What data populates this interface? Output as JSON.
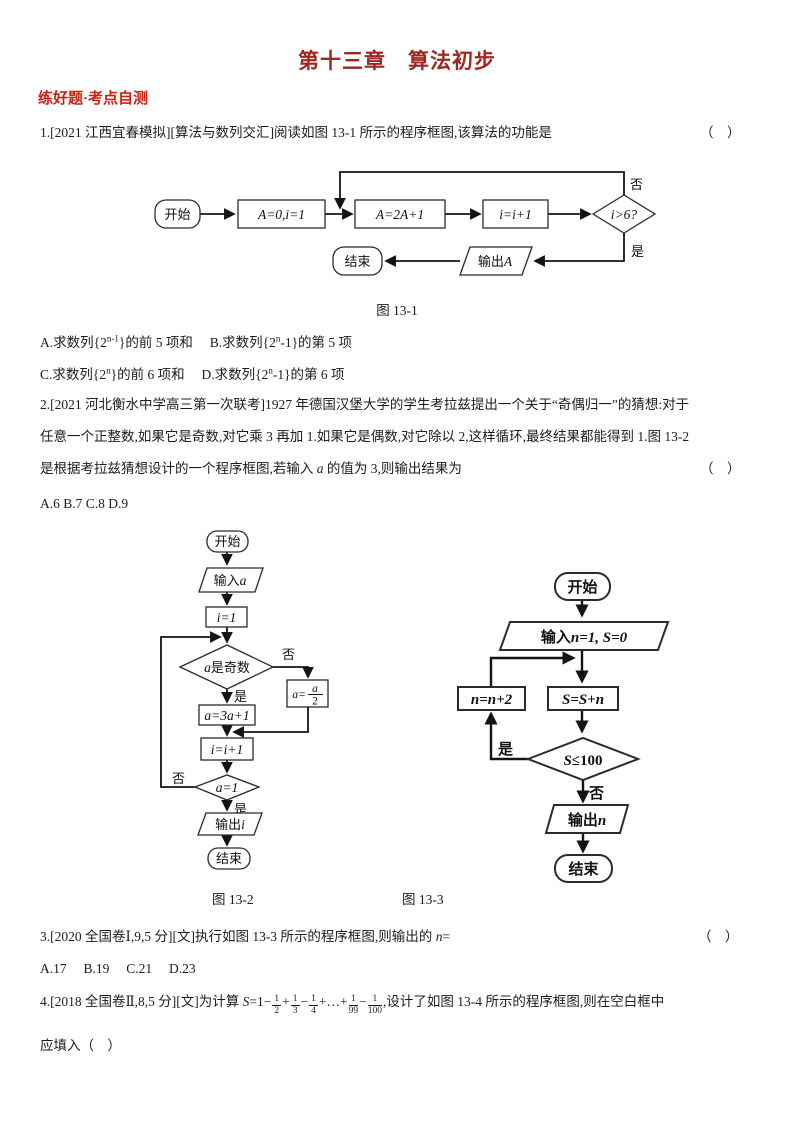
{
  "page": {
    "title": "第十三章　算法初步",
    "section": "练好题·考点自测"
  },
  "q1": {
    "line": "1.[2021 江西宜春模拟][算法与数列交汇]阅读如图 13-1 所示的程序框图,该算法的功能是",
    "bracket": "（　）",
    "opts_row1": [
      {
        "t": "A.求数列{2"
      },
      {
        "sup": "n-1"
      },
      {
        "t": "}的前 5 项和　 B.求数列{2"
      },
      {
        "sup": "n"
      },
      {
        "t": "-1}的第 5 项"
      }
    ],
    "opts_row2": [
      {
        "t": "C.求数列{2"
      },
      {
        "sup": "n"
      },
      {
        "t": "}的前 6 项和　 D.求数列{2"
      },
      {
        "sup": "n"
      },
      {
        "t": "-1}的第 6 项"
      }
    ]
  },
  "fig1": {
    "caption": "图 13-1",
    "start": "开始",
    "b1": "A=0,i=1",
    "b2": "A=2A+1",
    "b3": "i=i+1",
    "cond_var": "i",
    "cond_rest": ">6?",
    "no": "否",
    "yes": "是",
    "out_prefix": "输出",
    "out_var": "A",
    "end": "结束"
  },
  "q2": {
    "l1": "2.[2021 河北衡水中学高三第一次联考]1927 年德国汉堡大学的学生考拉兹提出一个关于“奇偶归一”的猜想:对于",
    "l2": "任意一个正整数,如果它是奇数,对它乘 3 再加 1.如果它是偶数,对它除以 2,这样循环,最终结果都能得到 1.图 13-2",
    "l3": [
      {
        "t": "是根据考拉兹猜想设计的一个程序框图,若输入 "
      },
      {
        "t": "a",
        "i": true
      },
      {
        "t": " 的值为 3,则输出结果为"
      }
    ],
    "bracket": "（　）",
    "opts": "A.6 B.7 C.8 D.9"
  },
  "fig2": {
    "caption": "图 13-2",
    "start": "开始",
    "input_prefix": "输入",
    "input_var": "a",
    "b1": "i=1",
    "cond1_var": "a",
    "cond1_rest": "是奇数",
    "no": "否",
    "yes": "是",
    "odd": "a=3a+1",
    "even_lhs": "a=",
    "even_num": "a",
    "even_den": "2",
    "b2": "i=i+1",
    "cond2": "a=1",
    "out_prefix": "输出",
    "out_var": "i",
    "end": "结束"
  },
  "fig3": {
    "caption": "图 13-3",
    "start": "开始",
    "input_prefix": "输入",
    "input_rest": "n=1, S=0",
    "b1": "S=S+n",
    "b2": "n=n+2",
    "cond_var": "S",
    "cond_rest": "≤100",
    "yes": "是",
    "no": "否",
    "out_prefix": "输出",
    "out_var": "n",
    "end": "结束"
  },
  "q3": {
    "line": [
      {
        "t": "3.[2020 全国卷Ⅰ,9,5 分][文]执行如图 13-3 所示的程序框图,则输出的 "
      },
      {
        "t": "n",
        "i": true
      },
      {
        "t": "="
      }
    ],
    "bracket": "（　）",
    "opts": "A.17　 B.19　 C.21　 D.23"
  },
  "q4": {
    "l1": [
      {
        "t": "4.[2018 全国卷Ⅱ,8,5 分][文]为计算 "
      },
      {
        "t": "S",
        "i": true
      },
      {
        "t": "=1−"
      },
      {
        "frac": [
          "1",
          "2"
        ]
      },
      {
        "t": "+"
      },
      {
        "frac": [
          "1",
          "3"
        ]
      },
      {
        "t": "−"
      },
      {
        "frac": [
          "1",
          "4"
        ]
      },
      {
        "t": "+…+"
      },
      {
        "frac": [
          "1",
          "99"
        ]
      },
      {
        "t": "−"
      },
      {
        "frac": [
          "1",
          "100"
        ]
      },
      {
        "t": ",设计了如图 13-4 所示的程序框图,则在空白框中"
      }
    ],
    "l2": "应填入（　）"
  },
  "colors": {
    "title_red": "#9E2620",
    "section_red": "#CB2117",
    "body": "#1C1C1C"
  }
}
